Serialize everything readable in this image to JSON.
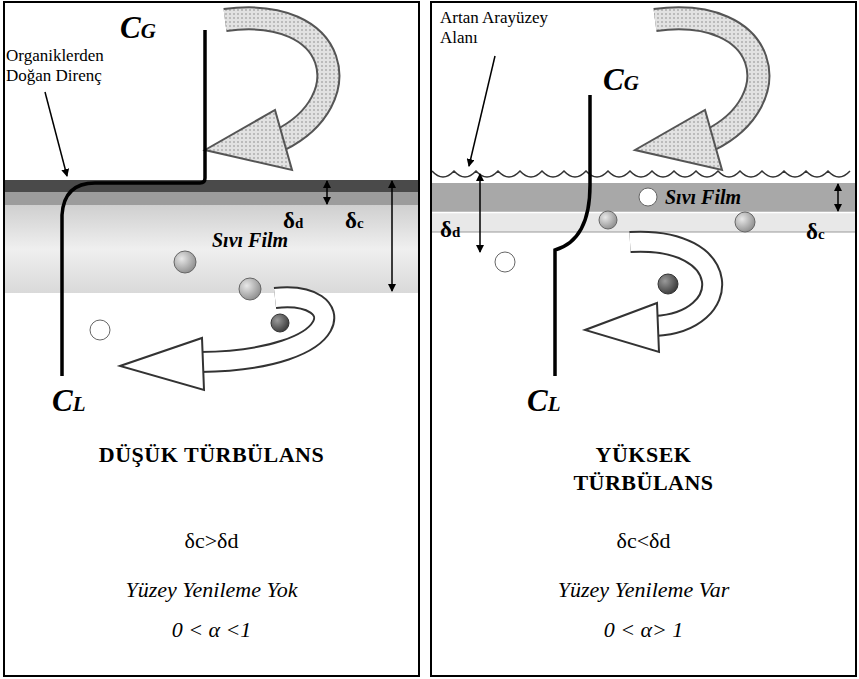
{
  "diagram": {
    "nodes": [
      {
        "text": [
          "DÜŞÜK TÜRBÜLANS",
          "δc>δd",
          "Yüzey Yenileme Yok",
          "0 < α <1"
        ]
      },
      {
        "text": [
          "Sıvı Film"
        ],
        "in": 0
      },
      {
        "text": [
          "YÜKSEK TÜRBÜLANS",
          "δc<δd",
          "Yüzey Yenileme Var",
          "0 < α> 1"
        ]
      },
      {
        "text": [
          "Sıvı Film"
        ],
        "in": 2
      }
    ],
    "labels": [
      "CG",
      "Organiklerden Doğan Direnç",
      "δd",
      "δc",
      "CL",
      "Artan Arayüzey Alanı",
      "CG",
      "δd",
      "δc",
      "CL"
    ]
  }
}
